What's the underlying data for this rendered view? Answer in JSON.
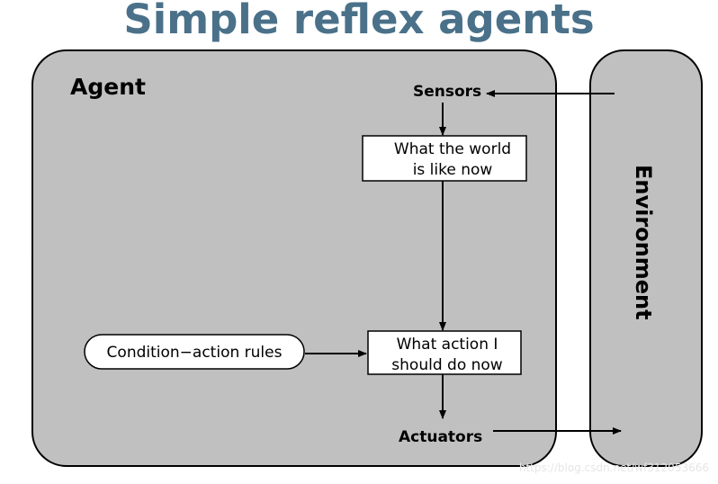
{
  "title": "Simple reflex agents",
  "agent_label": "Agent",
  "environment_label": "Environment",
  "sensors_label": "Sensors",
  "actuators_label": "Actuators",
  "box_world": {
    "line1": "What the world",
    "line2": "is like now"
  },
  "box_action": {
    "line1": "What action I",
    "line2": "should do now"
  },
  "rules_label": "Condition−action rules",
  "watermark": "https://blog.csdn.net/wf312053666",
  "colors": {
    "title": "#4a7189",
    "panel_fill": "#c0c0c0",
    "stroke": "#000000"
  }
}
